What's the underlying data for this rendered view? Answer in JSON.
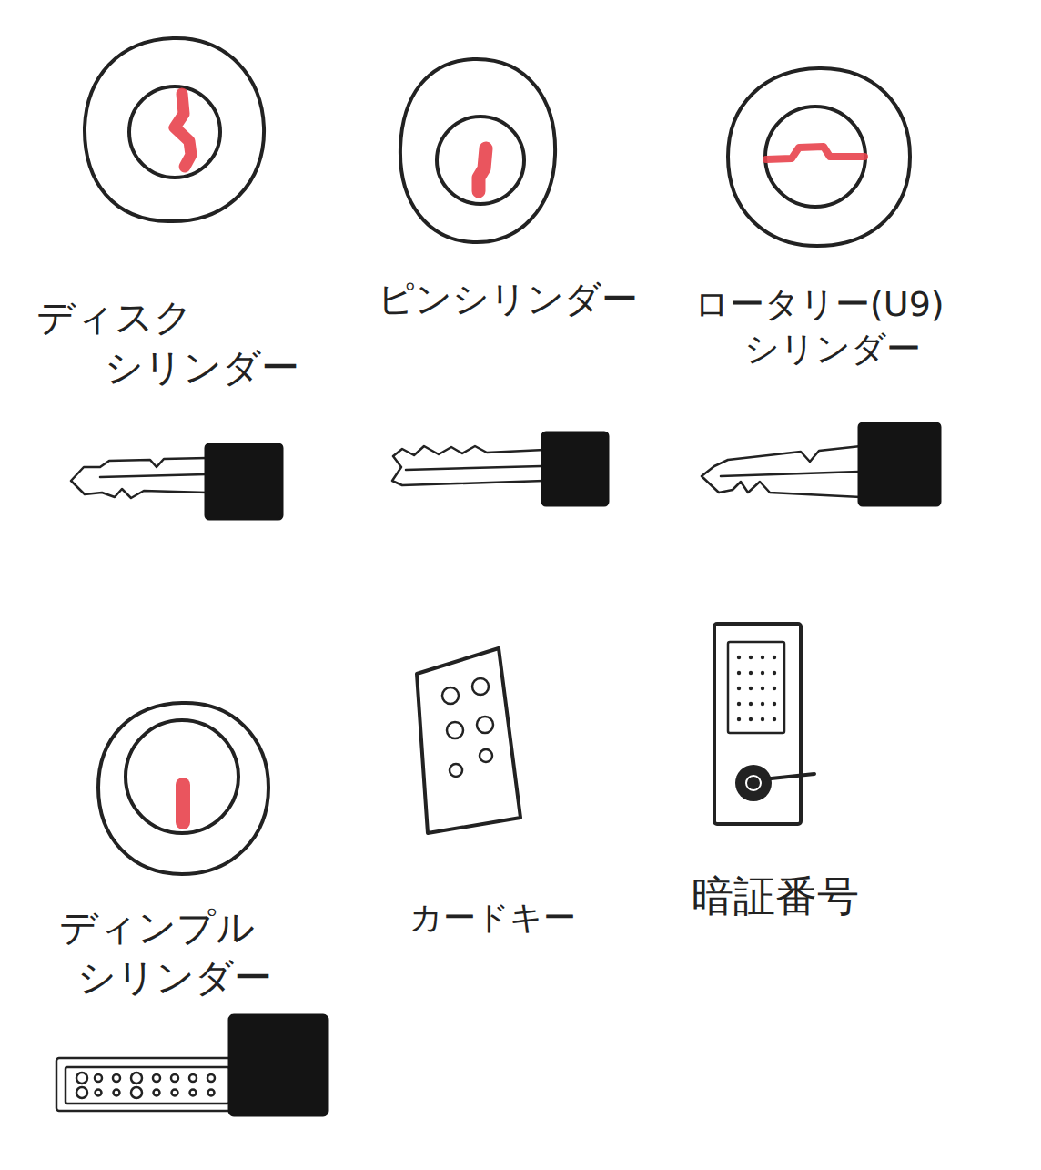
{
  "diagram": {
    "labels": [
      "ディスク シリンダー",
      "ピンシリンダー",
      "ロータリー(U9) シリンダー",
      "ディンプル シリンダー",
      "カードキー",
      "暗証番号"
    ]
  }
}
